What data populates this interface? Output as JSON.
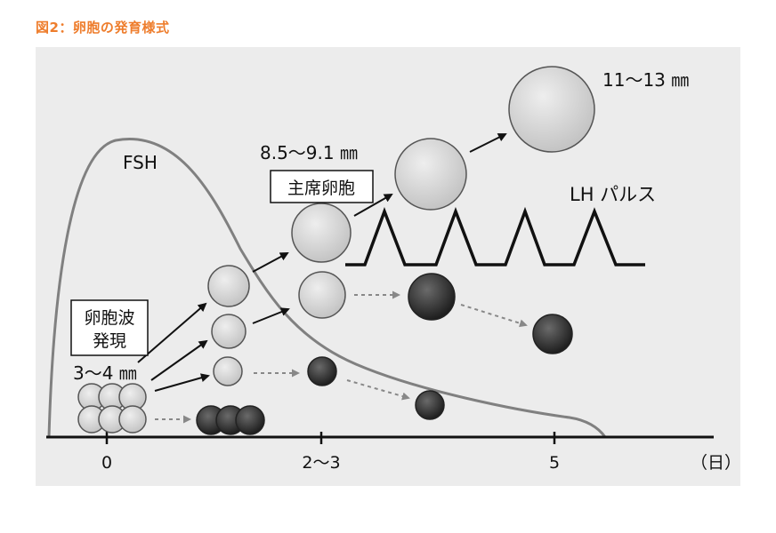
{
  "figure_title": "図2：卵胞の発育様式",
  "labels": {
    "fsh": "FSH",
    "lh": "LH パルス",
    "size_large": "11～13 ㎜",
    "size_mid": "8.5～9.1 ㎜",
    "size_small": "3～4 ㎜",
    "dominant_box": "主席卵胞",
    "wave_line1": "卵胞波",
    "wave_line2": "発現"
  },
  "axis": {
    "ticks": [
      "0",
      "2～3",
      "5"
    ],
    "unit": "（日）"
  },
  "colors": {
    "title": "#ee7d2c",
    "panel": "#ececec",
    "curve": "#808080",
    "follicle_light": "#d9d9d9",
    "follicle_dark": "#3a3a3a"
  }
}
